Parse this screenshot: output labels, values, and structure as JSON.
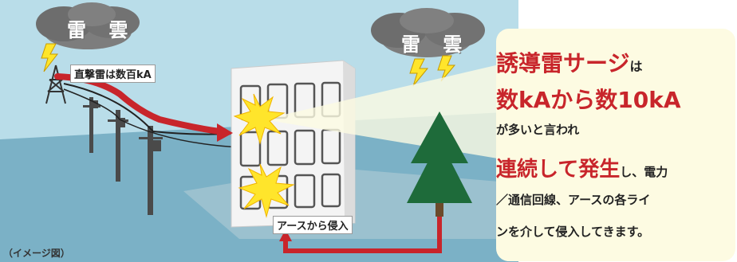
{
  "clouds": [
    {
      "text": "雷 雲"
    },
    {
      "text": "雷 雲"
    }
  ],
  "labels": {
    "direct_strike": "直撃雷は数百kA",
    "earth_entry": "アースから侵入",
    "caption": "（イメージ図）"
  },
  "callout": {
    "line1_red": "誘導雷サージ",
    "line1_tail": "は",
    "line2": "数kAから数10kA",
    "line3": "が多いと言われ",
    "line4_red": "連続して発生",
    "line4_tail": "し、電力",
    "line5": "／通信回線、アースの各ライ",
    "line6": "ンを介して侵入してきます。"
  },
  "colors": {
    "sky": "#b9dde9",
    "ground": "#7bb1c6",
    "building": "#f4f4f4",
    "surge_line": "#c8252b",
    "callout_bg": "#fdfbe2",
    "tree": "#1e6b3a",
    "spark": "#ffe52b"
  }
}
